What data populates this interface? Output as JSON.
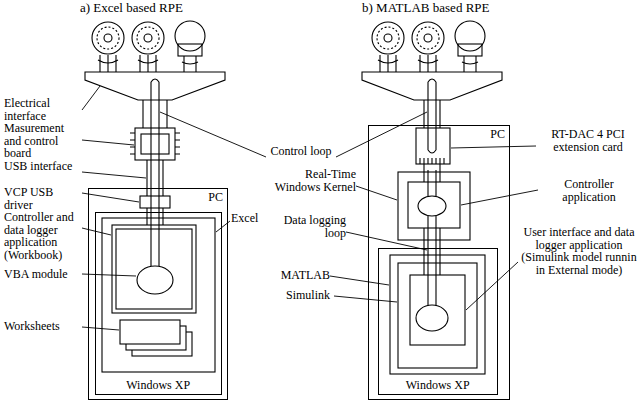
{
  "diagram": {
    "nodes": [
      {
        "text": [
          "PC"
        ]
      },
      {
        "text": [
          "Windows XP"
        ],
        "in": 0
      },
      {
        "text": [
          "PC"
        ]
      },
      {
        "text": [
          "Windows XP"
        ],
        "in": 2
      }
    ],
    "labels": [
      "a) Excel based RPE",
      "b) MATLAB based RPE",
      "Electrical interface",
      "Masurement and control board",
      "USB interface",
      "VCP USB driver",
      "Controller and data logger application (Workbook)",
      "VBA module",
      "Worksheets",
      "Excel",
      "Control loop",
      "RT-DAC 4 PCI extension card",
      "Controller application",
      "Real-Time Windows Kernel",
      "Data logging loop",
      "User interface and data logger application (Simulink model runnin in External mode)",
      "MATLAB",
      "Simulink"
    ]
  }
}
